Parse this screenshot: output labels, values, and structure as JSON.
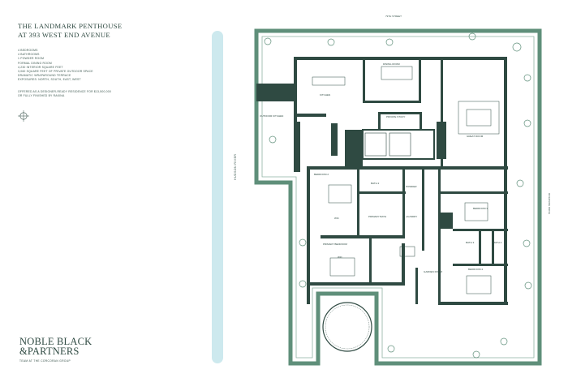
{
  "title": {
    "line1": "THE LANDMARK PENTHOUSE",
    "line2": "AT 393 WEST END AVENUE"
  },
  "facts": [
    "4 BEDROOMS",
    "4 BATHROOMS",
    "1 POWDER ROOM",
    "FORMAL DINING ROOM",
    "4,230 INTERIOR SQUARE FEET",
    "3,060 SQUARE FEET OF PRIVATE OUTDOOR SPACE",
    "DRAMATIC WRAPAROUND TERRACE",
    "EXPOSURES: NORTH, SOUTH, EAST, WEST"
  ],
  "offer": {
    "line1": "OFFERED AS A DESIGNER-READY RESIDENCE FOR $13,500,000",
    "line2": "OR FULLY FINISHED BY RAKINA"
  },
  "brand": {
    "line1": "NOBLE BLACK",
    "line2": "&PARTNERS",
    "tagline": "TEAM AT THE CORCORAN GROUP"
  },
  "plan": {
    "river_label": "HUDSON RIVER",
    "street_north": "79TH STREET",
    "street_east": "RIVERSIDE DRIVE",
    "rooms": {
      "dining": "DINING ROOM",
      "kitchen": "KITCHEN",
      "private_study": "PRIVATE STUDY",
      "great_room": "GREAT ROOM",
      "outdoor_kitchen": "OUTDOOR KITCHEN",
      "bedroom_2": "BEDROOM 2",
      "primary_bedroom": "PRIMARY BEDROOM",
      "primary_bath": "PRIMARY BATH",
      "wic": "WIC",
      "laundry": "LAUNDRY",
      "powder": "POWDER",
      "bedroom_3": "BEDROOM 3",
      "bedroom_4": "BEDROOM 4",
      "bath_2": "BATH 2",
      "bath_3": "BATH 3",
      "bath_4": "BATH 4",
      "garden_room": "GARDEN ROOM",
      "storage": "STORAGE"
    }
  },
  "colors": {
    "wall": "#2f4a42",
    "terrace": "#5f8f7a",
    "river": "#cde9ee",
    "text": "#2f4a42"
  }
}
